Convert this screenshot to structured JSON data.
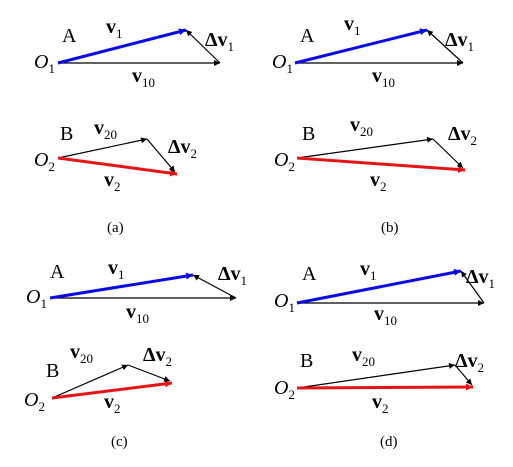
{
  "colors": {
    "v1": "#0a0ae6",
    "v2": "#e61414",
    "ref": "#000000"
  },
  "panels": [
    {
      "caption": "(a)",
      "A": {
        "point": "A",
        "origin": "O",
        "origin_sub": "1",
        "v": "v",
        "v_sub": "1",
        "ref": "v",
        "ref_sub": "10",
        "delta": "Δv",
        "delta_sub": "1"
      },
      "B": {
        "point": "B",
        "origin": "O",
        "origin_sub": "2",
        "v": "v",
        "v_sub": "2",
        "ref": "v",
        "ref_sub": "20",
        "delta": "Δv",
        "delta_sub": "2"
      }
    },
    {
      "caption": "(b)",
      "A": {
        "point": "A",
        "origin": "O",
        "origin_sub": "1",
        "v": "v",
        "v_sub": "1",
        "ref": "v",
        "ref_sub": "10",
        "delta": "Δv",
        "delta_sub": "1"
      },
      "B": {
        "point": "B",
        "origin": "O",
        "origin_sub": "2",
        "v": "v",
        "v_sub": "2",
        "ref": "v",
        "ref_sub": "20",
        "delta": "Δv",
        "delta_sub": "2"
      }
    },
    {
      "caption": "(c)",
      "A": {
        "point": "A",
        "origin": "O",
        "origin_sub": "1",
        "v": "v",
        "v_sub": "1",
        "ref": "v",
        "ref_sub": "10",
        "delta": "Δv",
        "delta_sub": "1"
      },
      "B": {
        "point": "B",
        "origin": "O",
        "origin_sub": "2",
        "v": "v",
        "v_sub": "2",
        "ref": "v",
        "ref_sub": "20",
        "delta": "Δv",
        "delta_sub": "2"
      }
    },
    {
      "caption": "(d)",
      "A": {
        "point": "A",
        "origin": "O",
        "origin_sub": "1",
        "v": "v",
        "v_sub": "1",
        "ref": "v",
        "ref_sub": "10",
        "delta": "Δv",
        "delta_sub": "1"
      },
      "B": {
        "point": "B",
        "origin": "O",
        "origin_sub": "2",
        "v": "v",
        "v_sub": "2",
        "ref": "v",
        "ref_sub": "20",
        "delta": "Δv",
        "delta_sub": "2"
      }
    }
  ]
}
